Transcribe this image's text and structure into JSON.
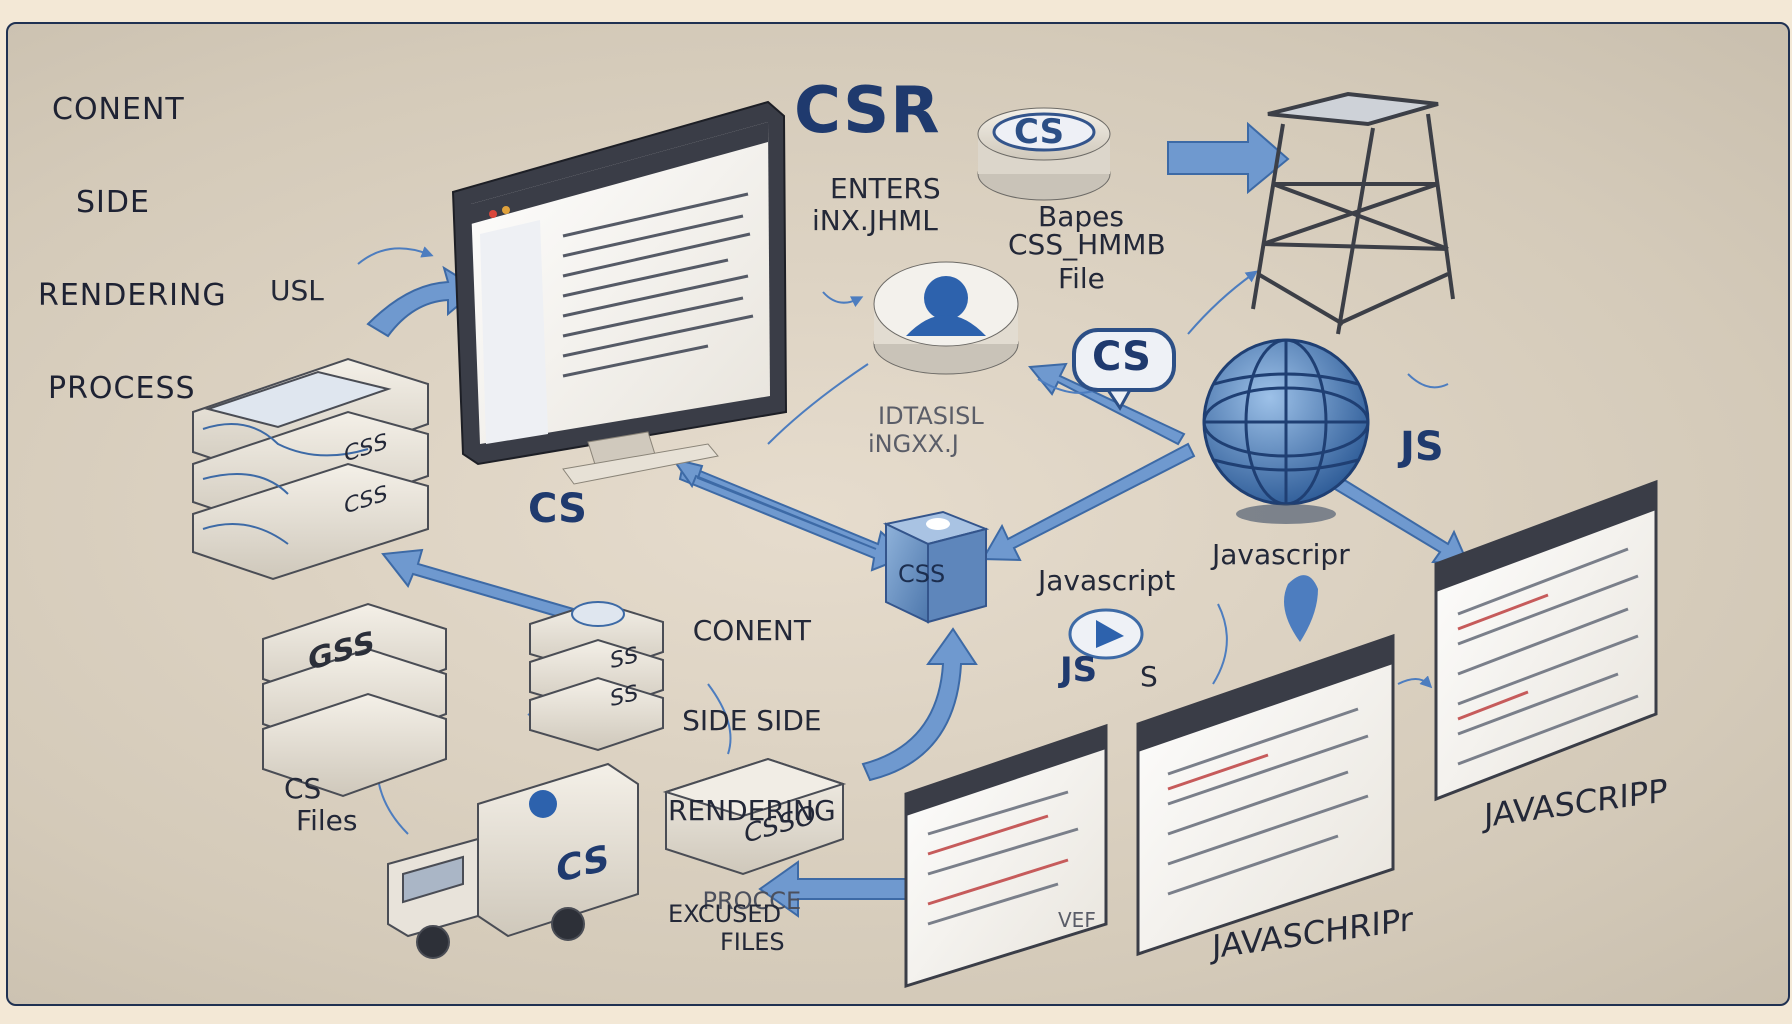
{
  "diagram": {
    "title_lines": [
      "CONENT",
      "SIDE",
      "RENDERING",
      "PROCESS"
    ],
    "center_title_lines": [
      "CONENT",
      "SIDE SIDE",
      "RENDERING",
      "PROCCE"
    ],
    "labels": {
      "csr": "CSR",
      "enters": "ENTERS",
      "index_html": "iNX.JHML",
      "bapes": "Bapes",
      "css_html": "CSS_HMMB",
      "file": "File",
      "usl": "USL",
      "datasisl": "IDTASISL",
      "inxxj": "iNGXX.J",
      "cs_middle": "CS",
      "js_right": "JS",
      "javascript_center": "Javascript",
      "javascript_right": "Javascripr",
      "js_small": "JS",
      "s_small": "S",
      "cs_files": "CS",
      "files": "Files",
      "excused": "EXCUSED",
      "files_bottom": "FILES",
      "javaschripr": "JAVASCHRIPr",
      "javascripp": "JAVASCRIPP",
      "disc_cs": "CS",
      "badge_cs": "CS",
      "server_css_1": "CSS",
      "server_css_2": "CSS",
      "cube_label": "CSS",
      "stack2_top": "GSS",
      "stack3_1": "SS",
      "stack3_2": "SS",
      "truck_cs": "CS",
      "router_label": "CSSO",
      "bottom_ver": "VEF"
    }
  }
}
